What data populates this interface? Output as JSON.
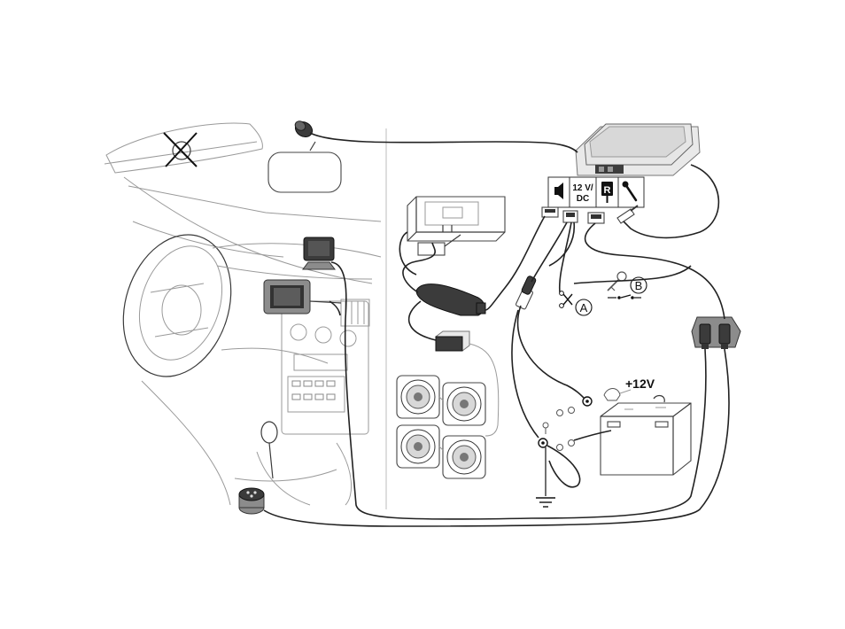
{
  "diagram": {
    "voltage_label": "+12V",
    "label_a": "A",
    "label_b": "B",
    "panel_label_power": "12 V/\nDC",
    "panel_label_power_line1": "12 V/",
    "panel_label_power_line2": "DC",
    "panel_label_reverse": "R",
    "panel_icons": [
      "speaker-icon",
      "power-12v-dc-label",
      "reverse-r-icon",
      "microphone-icon"
    ]
  }
}
